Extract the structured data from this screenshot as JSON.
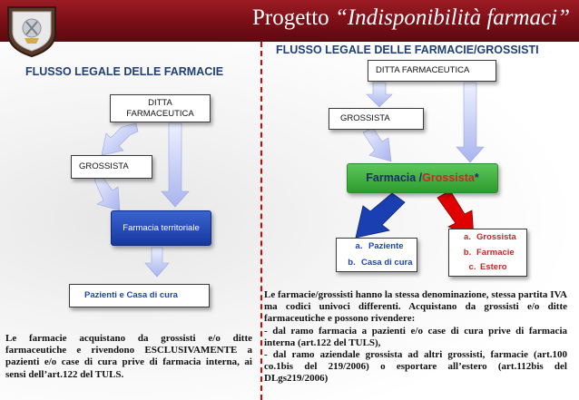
{
  "header": {
    "title_plain": "Progetto ",
    "title_italic": "“Indisponibilità farmaci”"
  },
  "left": {
    "heading": "FLUSSO LEGALE DELLE FARMACIE",
    "ditta_line1": "DITTA",
    "ditta_line2": "FARMACEUTICA",
    "grossista": "GROSSISTA",
    "farmacia_territoriale": "Farmacia territoriale",
    "pazienti": "Pazienti  e Casa di cura",
    "paragraph": "Le farmacie acquistano da grossisti e/o ditte farmaceutiche e rivendono ESCLUSIVAMENTE a pazienti e/o case di cura prive di farmacia interna, ai sensi dell’art.122 del TULS."
  },
  "right": {
    "heading": "FLUSSO LEGALE DELLE FARMACIE/GROSSISTI",
    "ditta": "DITTA FARMACEUTICA",
    "grossista": "GROSSISTA",
    "farmacia_part1": "Farmacia / ",
    "farmacia_part2": "Grossista",
    "farmacia_star": "*",
    "list_blue": [
      {
        "marker": "a.",
        "text": "Paziente"
      },
      {
        "marker": "b.",
        "text": "Casa di cura"
      }
    ],
    "list_red": [
      {
        "marker": "a.",
        "text": "Grossista"
      },
      {
        "marker": "b.",
        "text": "Farmacie"
      },
      {
        "marker": "c.",
        "text": "Estero"
      }
    ],
    "paragraph_lines": [
      "Le farmacie/grossisti hanno la stessa denominazione, stessa partita IVA ma codici univoci differenti. Acquistano da grossisti e/o ditte farmaceutiche e possono rivendere:",
      "- dal ramo farmacia a pazienti e/o case di cura prive di farmacia interna (art.122 del TULS),",
      "- dal ramo aziendale grossista ad altri grossisti, farmacie (art.100 co.1bis del 219/2006) o esportare all’estero (art.112bis del DLgs219/2006)"
    ]
  },
  "colors": {
    "header": "#7a0e16",
    "heading_text": "#1f3f78",
    "flow_arrow": "#b4bef0",
    "blue_box": "#1a44b8",
    "green_box": "#3dad3c",
    "grossista_red": "#c62828",
    "list_blue_text": "#1a44b8",
    "list_red_text": "#c62828",
    "divider": "#e00000"
  }
}
